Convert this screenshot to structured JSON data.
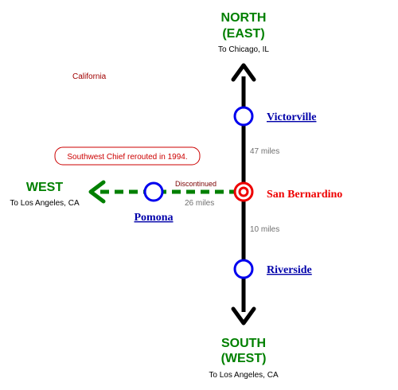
{
  "region_label": "California",
  "north": {
    "title_line1": "NORTH",
    "title_line2": "(EAST)",
    "subtitle": "To Chicago, IL"
  },
  "south": {
    "title_line1": "SOUTH",
    "title_line2": "(WEST)",
    "subtitle": "To Los Angeles, CA"
  },
  "west": {
    "title": "WEST",
    "subtitle": "To Los Angeles, CA"
  },
  "stations": {
    "victorville": "Victorville",
    "san_bernardino": "San Bernardino",
    "riverside": "Riverside",
    "pomona": "Pomona"
  },
  "distances": {
    "victorville_san_bernardino": "47 miles",
    "san_bernardino_riverside": "10 miles",
    "san_bernardino_pomona": "26 miles"
  },
  "discontinued_label": "Discontinued",
  "note": "Southwest Chief rerouted in 1994.",
  "colors": {
    "main_line": "#000000",
    "discontinued_line": "#008000",
    "station_ring": "#0000ee",
    "main_station": "#ee0000",
    "direction_text": "#008000",
    "note_border": "#cc0000"
  }
}
